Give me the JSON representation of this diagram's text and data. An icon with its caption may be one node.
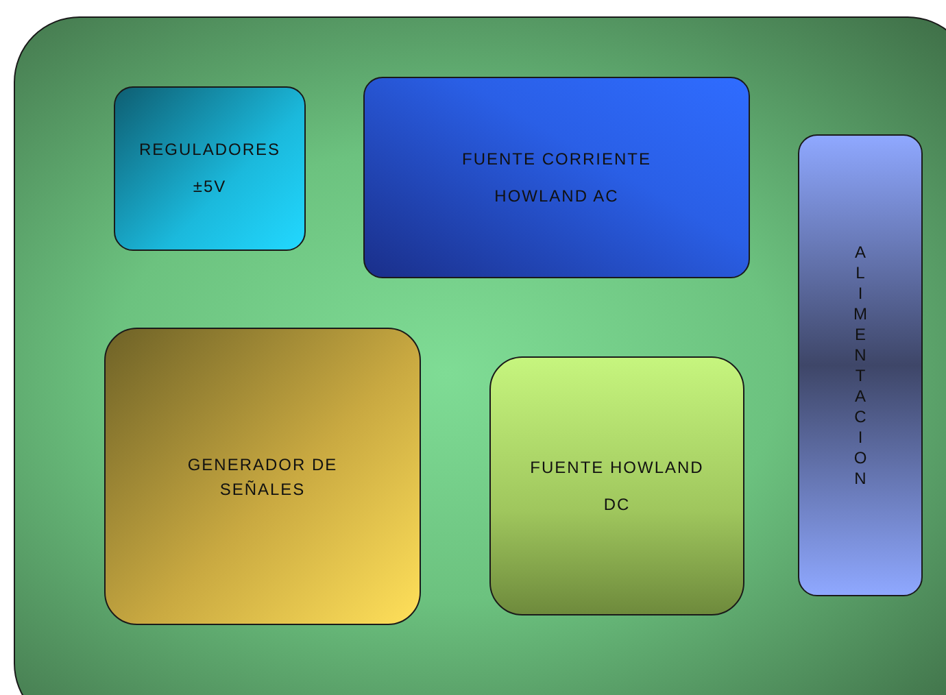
{
  "diagram": {
    "nodes": [
      {
        "text": [],
        "shape": "box"
      },
      {
        "text": [
          "REGULADORES ±5V"
        ],
        "in": 0
      },
      {
        "text": [
          "FUENTE CORRIENTE HOWLAND AC"
        ],
        "in": 0
      },
      {
        "text": [
          "ALIMENTACION"
        ],
        "in": 0
      },
      {
        "text": [
          "GENERADOR DE SEÑALES"
        ],
        "in": 0
      },
      {
        "text": [
          "FUENTE HOWLAND DC"
        ],
        "in": 0
      }
    ],
    "edges": []
  }
}
